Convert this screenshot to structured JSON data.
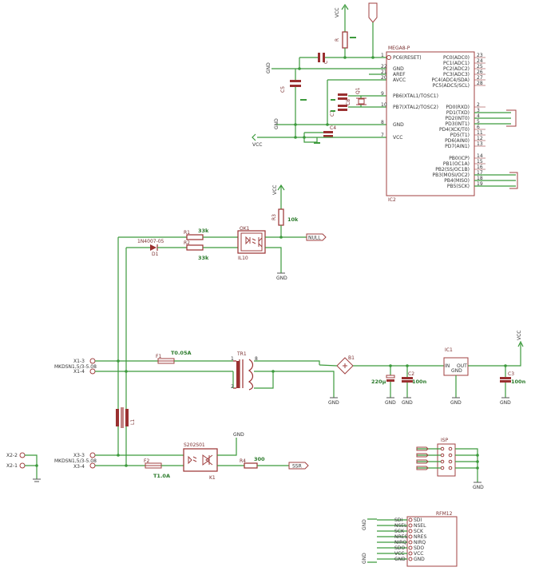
{
  "atmega": {
    "part": "MEGA8-P",
    "ref": "IC2",
    "left_pins": [
      {
        "num": "1",
        "name": "PC6(RESET)"
      },
      {
        "num": "22",
        "name": "GND"
      },
      {
        "num": "21",
        "name": "AREF"
      },
      {
        "num": "20",
        "name": "AVCC"
      },
      {
        "num": "9",
        "name": "PB6(XTAL1/TOSC1)"
      },
      {
        "num": "10",
        "name": "PB7(XTAL2/TOSC2)"
      },
      {
        "num": "8",
        "name": "GND"
      },
      {
        "num": "7",
        "name": "VCC"
      }
    ],
    "right_pins": [
      {
        "num": "23",
        "name": "PC0(ADC0)"
      },
      {
        "num": "24",
        "name": "PC1(ADC1)"
      },
      {
        "num": "25",
        "name": "PC2(ADC2)"
      },
      {
        "num": "26",
        "name": "PC3(ADC3)"
      },
      {
        "num": "27",
        "name": "PC4(ADC4/SDA)"
      },
      {
        "num": "28",
        "name": "PC5(ADC5/SCL)"
      },
      {
        "num": "2",
        "name": "PD0(RXD)"
      },
      {
        "num": "3",
        "name": "PD1(TXD)"
      },
      {
        "num": "4",
        "name": "PD2(INT0)"
      },
      {
        "num": "5",
        "name": "PD3(INT1)"
      },
      {
        "num": "6",
        "name": "PD4(XCK/T0)"
      },
      {
        "num": "11",
        "name": "PD5(T1)"
      },
      {
        "num": "12",
        "name": "PD6(AIN0)"
      },
      {
        "num": "13",
        "name": "PD7(AIN1)"
      },
      {
        "num": "14",
        "name": "PB0(ICP)"
      },
      {
        "num": "15",
        "name": "PB1(OC1A)"
      },
      {
        "num": "16",
        "name": "PB2(SS/OC1B)"
      },
      {
        "num": "17",
        "name": "PB3(MOSI/OC2)"
      },
      {
        "num": "18",
        "name": "PB4(MISO)"
      },
      {
        "num": "19",
        "name": "PB5(SCK)"
      }
    ]
  },
  "labels": {
    "vcc": "VCC",
    "gnd": "GND",
    "r_top": "R",
    "c_top": "C",
    "c5": "C5",
    "c7": "C7",
    "c8": "C8",
    "c4": "C4",
    "q1": "Q1",
    "r3": "R3",
    "r3_val": "10k",
    "r1": "R1",
    "r1_val": "33k",
    "r2": "R2",
    "r2_val": "33k",
    "d1": "D1",
    "d1_part": "1N4007-05",
    "ok1": "OK1",
    "ok1_part": "IL10",
    "null_label": "NULL",
    "x1_3": "X1-3",
    "x1_4": "X1-4",
    "x1_part": "MKDSN1,5/3-5.08",
    "f1": "F1",
    "f1_val": "T0.05A",
    "tr1": "TR1",
    "b1": "B1",
    "c_220": "220µ",
    "c2": "C2",
    "c2_val": "100n",
    "ic1": "IC1",
    "ic1_in": "IN",
    "ic1_out": "OUT",
    "ic1_gnd": "GND",
    "c3": "C3",
    "c3_val": "100n",
    "l1": "L1",
    "x2_2": "X2-2",
    "x2_1": "X2-1",
    "x3_3": "X3-3",
    "x3_4": "X3-4",
    "x3_part": "MKDSN1,5/3-5.08",
    "f2": "F2",
    "f2_val": "T1.0A",
    "k1_part": "S202S01",
    "k1": "K1",
    "r4": "R4",
    "r4_val": "300",
    "ssr": "SSR",
    "isp": "ISP",
    "rfm12": "RFM12",
    "rfm_left": [
      "SDI",
      "NSEL",
      "SCK",
      "NRES",
      "NIRQ",
      "SDO",
      "VCC",
      "GND"
    ],
    "rfm_right": [
      "SDI",
      "NSEL",
      "SCK",
      "NRES",
      "NIRQ",
      "SDO",
      "VCC",
      "GND"
    ]
  }
}
